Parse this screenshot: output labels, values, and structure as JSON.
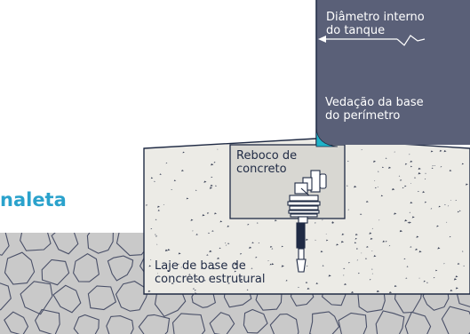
{
  "diagram": {
    "section_title": "naleta",
    "labels": {
      "tank_diameter_line1": "Diâmetro interno",
      "tank_diameter_line2": "do tanque",
      "seal_line1": "Vedação da base",
      "seal_line2": "do perímetro",
      "grout_line1": "Reboco de",
      "grout_line2": "concreto",
      "slab_line1": "Laje de base de",
      "slab_line2": "concreto estrutural"
    },
    "colors": {
      "tank_wall": "#5a6078",
      "concrete": "#ecebe6",
      "grout_block": "#d8d7d2",
      "gravel": "#c9c9c9",
      "outline": "#1f2a44",
      "seal": "#1fb3c8",
      "title": "#2aa2cc"
    }
  }
}
